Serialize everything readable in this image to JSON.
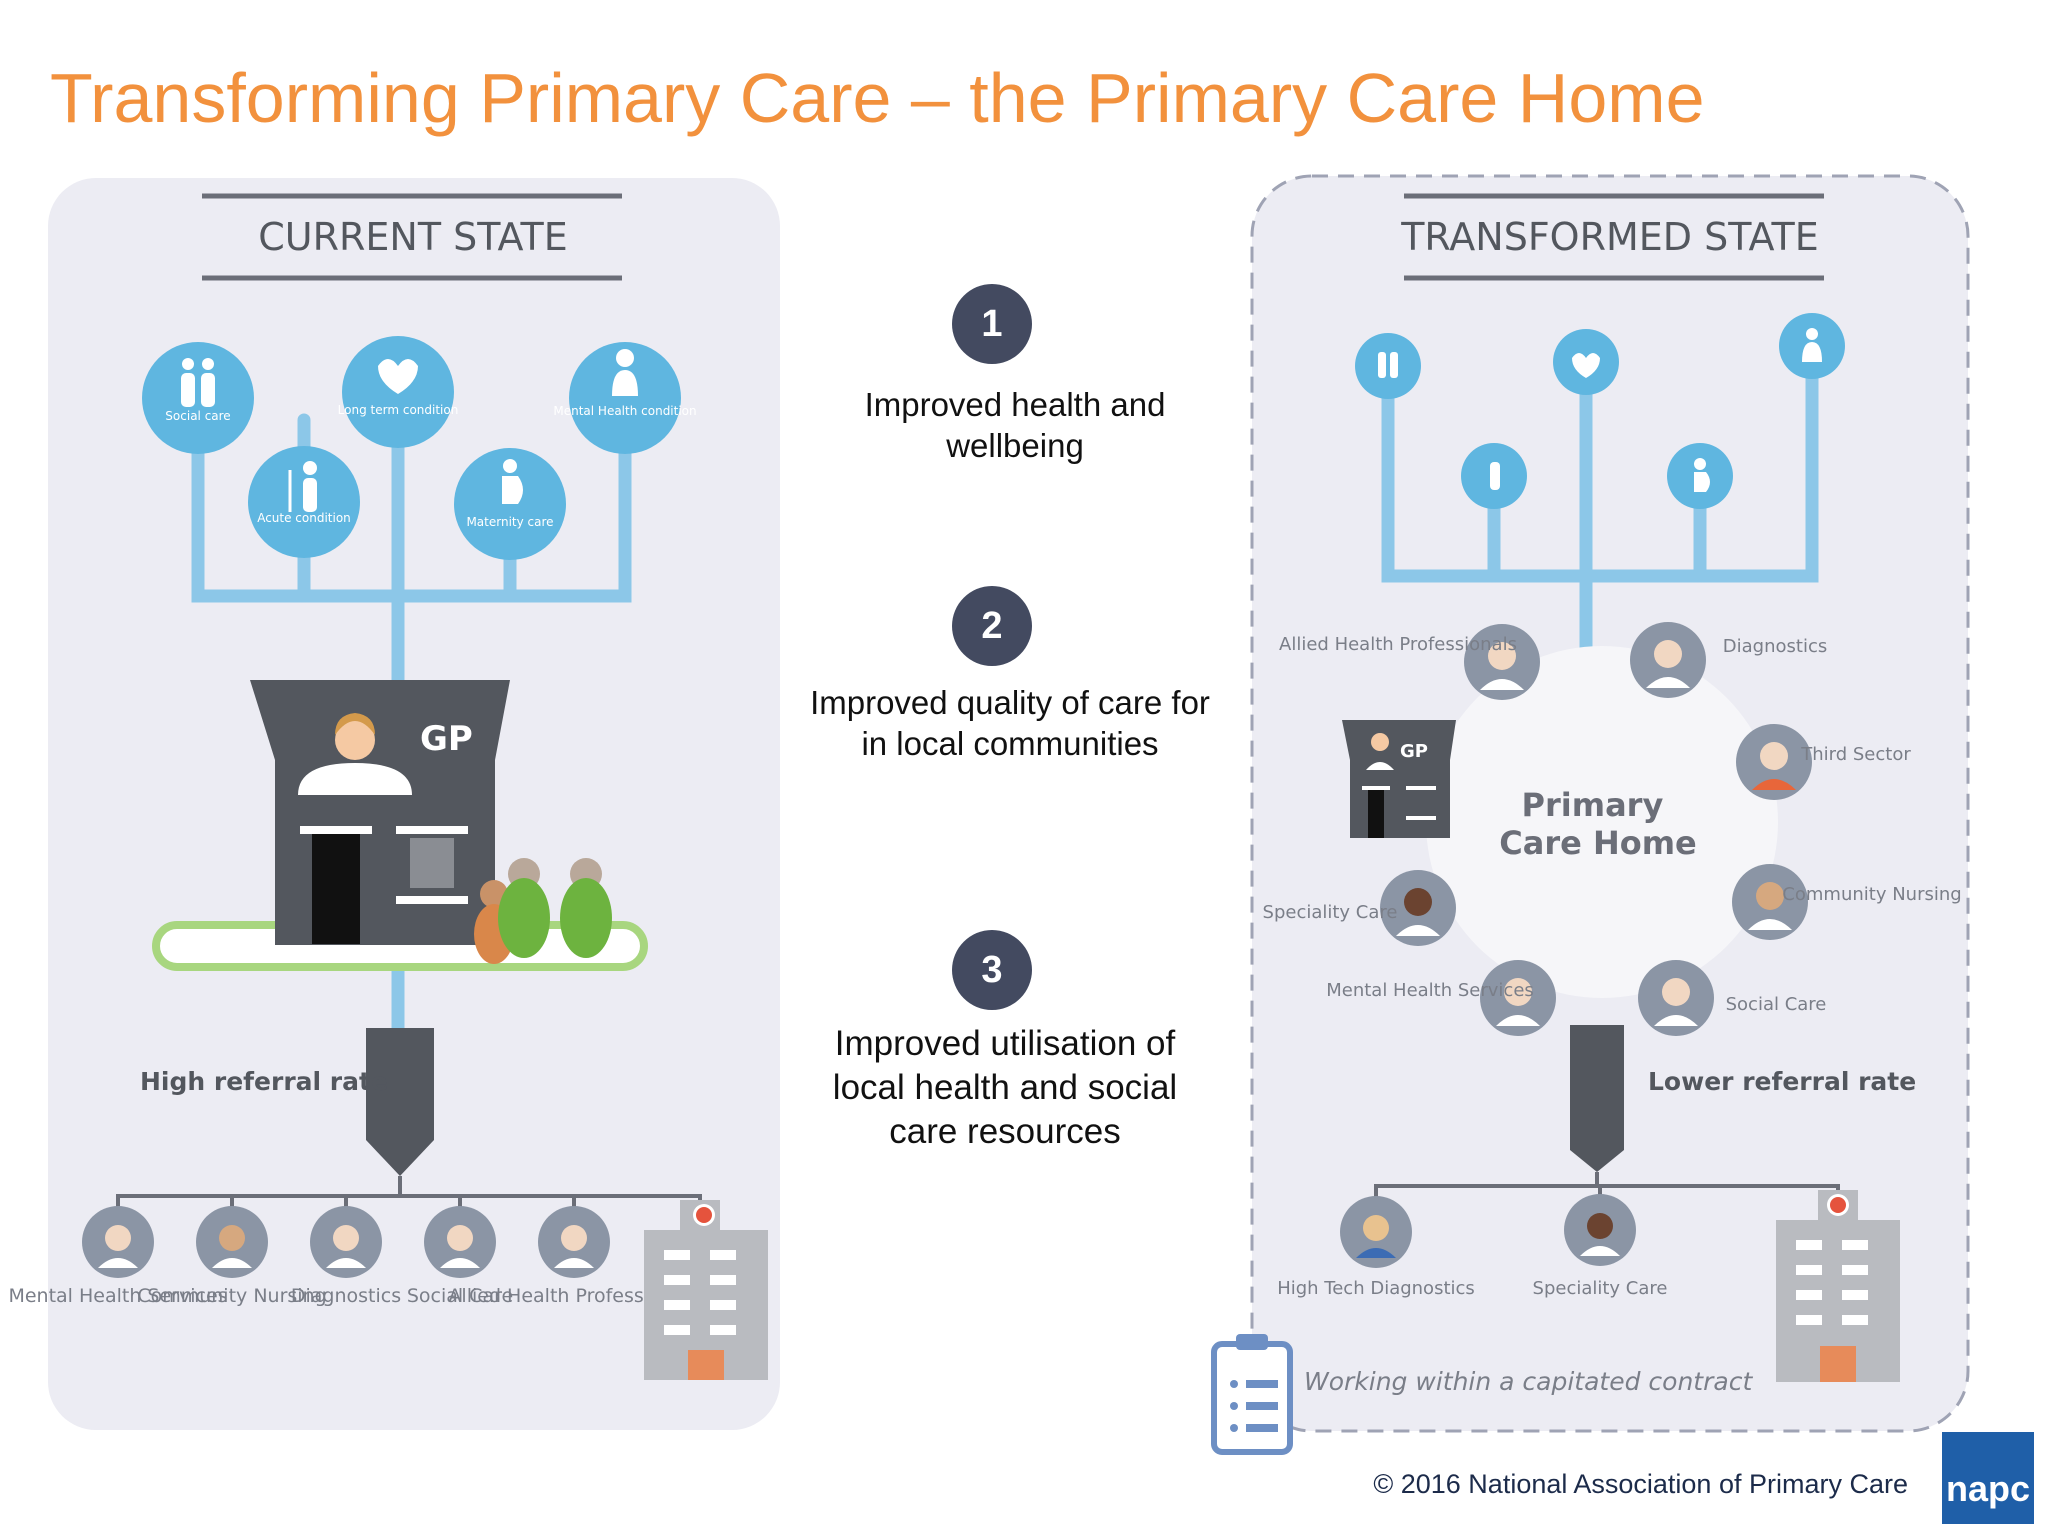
{
  "title": "Transforming Primary Care – the Primary Care Home",
  "current": {
    "heading": "CURRENT STATE",
    "needs": [
      "Social care",
      "Long term condition",
      "Mental Health condition",
      "Acute condition",
      "Maternity care"
    ],
    "gp_label": "GP",
    "referral_label": "High referral rate",
    "services": [
      "Mental Health Services",
      "Community Nursing",
      "Diagnostics",
      "Social Care",
      "Allied Health Professionals"
    ]
  },
  "benefits": [
    {
      "number": "1",
      "text": "Improved health and wellbeing"
    },
    {
      "number": "2",
      "text": "Improved quality of care for  in local communities"
    },
    {
      "number": "3",
      "text": "Improved utilisation of local health and social care resources"
    }
  ],
  "transformed": {
    "heading": "TRANSFORMED STATE",
    "hub_label": "Primary Care Home",
    "gp_label": "GP",
    "ring": [
      "Allied Health Professionals",
      "Diagnostics",
      "Third Sector",
      "Community Nursing",
      "Social Care",
      "Mental Health Services",
      "Speciality Care"
    ],
    "referral_label": "Lower referral rate",
    "services": [
      "High Tech Diagnostics",
      "Speciality Care"
    ],
    "contract_label": "Working within a capitated contract"
  },
  "footer": {
    "copyright": "© 2016 National Association of Primary Care",
    "logo": "napc"
  },
  "colors": {
    "title": "#F2913D",
    "branch": "#8CC7E8",
    "need_circle": "#5FB6E0",
    "building": "#53575E",
    "panel_bg": "#ECECF3",
    "number_bg": "#434A60",
    "people_green": "#6DB33F",
    "napc_blue": "#1F5FA8"
  }
}
